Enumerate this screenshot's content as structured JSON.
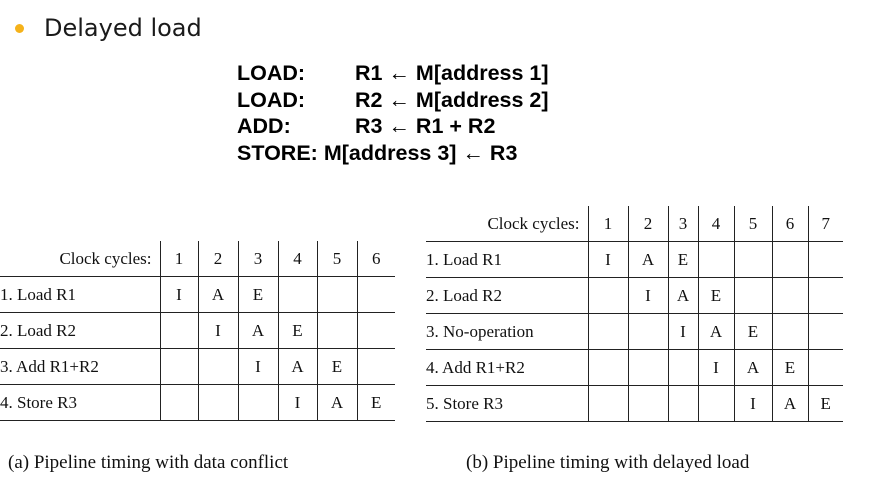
{
  "heading": {
    "text": "Delayed load",
    "bullet_color": "#f5b21a"
  },
  "code": [
    {
      "op": "LOAD:",
      "expr": "R1 ← M[address 1]"
    },
    {
      "op": "LOAD:",
      "expr": "R2 ← M[address 2]"
    },
    {
      "op": "ADD:",
      "expr": "R3 ← R1 + R2"
    },
    {
      "op": "STORE:",
      "expr": "M[address 3] ← R3"
    }
  ],
  "table_a": {
    "header_label": "Clock cycles:",
    "cycles": [
      "1",
      "2",
      "3",
      "4",
      "5",
      "6"
    ],
    "rows": [
      {
        "label": "1. Load R1",
        "cells": [
          "I",
          "A",
          "E",
          "",
          "",
          ""
        ]
      },
      {
        "label": "2. Load R2",
        "cells": [
          "",
          "I",
          "A",
          "E",
          "",
          ""
        ]
      },
      {
        "label": "3. Add R1+R2",
        "cells": [
          "",
          "",
          "I",
          "A",
          "E",
          ""
        ]
      },
      {
        "label": "4. Store R3",
        "cells": [
          "",
          "",
          "",
          "I",
          "A",
          "E"
        ]
      }
    ],
    "caption": "(a) Pipeline timing with data conflict"
  },
  "table_b": {
    "header_label": "Clock cycles:",
    "cycles": [
      "1",
      "2",
      "3",
      "4",
      "5",
      "6",
      "7"
    ],
    "rows": [
      {
        "label": "1. Load R1",
        "cells": [
          "I",
          "A",
          "E",
          "",
          "",
          "",
          ""
        ]
      },
      {
        "label": "2. Load R2",
        "cells": [
          "",
          "I",
          "A",
          "E",
          "",
          "",
          ""
        ]
      },
      {
        "label": "3. No-operation",
        "cells": [
          "",
          "",
          "I",
          "A",
          "E",
          "",
          ""
        ]
      },
      {
        "label": "4. Add R1+R2",
        "cells": [
          "",
          "",
          "",
          "I",
          "A",
          "E",
          ""
        ]
      },
      {
        "label": "5. Store R3",
        "cells": [
          "",
          "",
          "",
          "",
          "I",
          "A",
          "E"
        ]
      }
    ],
    "caption": "(b) Pipeline timing with delayed load"
  }
}
